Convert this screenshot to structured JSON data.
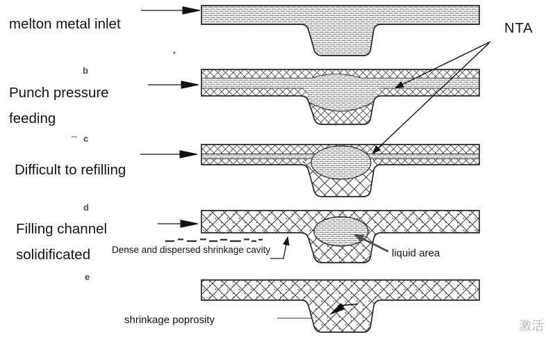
{
  "stages": [
    {
      "letter": "",
      "label_lines": [
        "melton metal inlet"
      ]
    },
    {
      "letter": "b",
      "label_lines": [
        "Punch pressure",
        "feeding"
      ]
    },
    {
      "letter": "c",
      "label_lines": [
        "Difficult to refilling"
      ]
    },
    {
      "letter": "d",
      "label_lines": [
        "Filling channel",
        "solidificated"
      ]
    },
    {
      "letter": "e",
      "label_lines": []
    }
  ],
  "annotations": {
    "nta_label": "NTA",
    "dense_shrinkage_label": "Dense and dispersed shrinkage cavity",
    "liquid_area_label": "liquid area",
    "shrinkage_porosity_label": "shrinkage poprosity"
  },
  "watermark_text": "激活",
  "colors": {
    "ink": "#2a2a2a",
    "label_text": "#131313",
    "stage_letter": "#4a4a4a",
    "watermark": "#bcbcbc",
    "artifact_blue_dot": "#4a7fe0"
  }
}
